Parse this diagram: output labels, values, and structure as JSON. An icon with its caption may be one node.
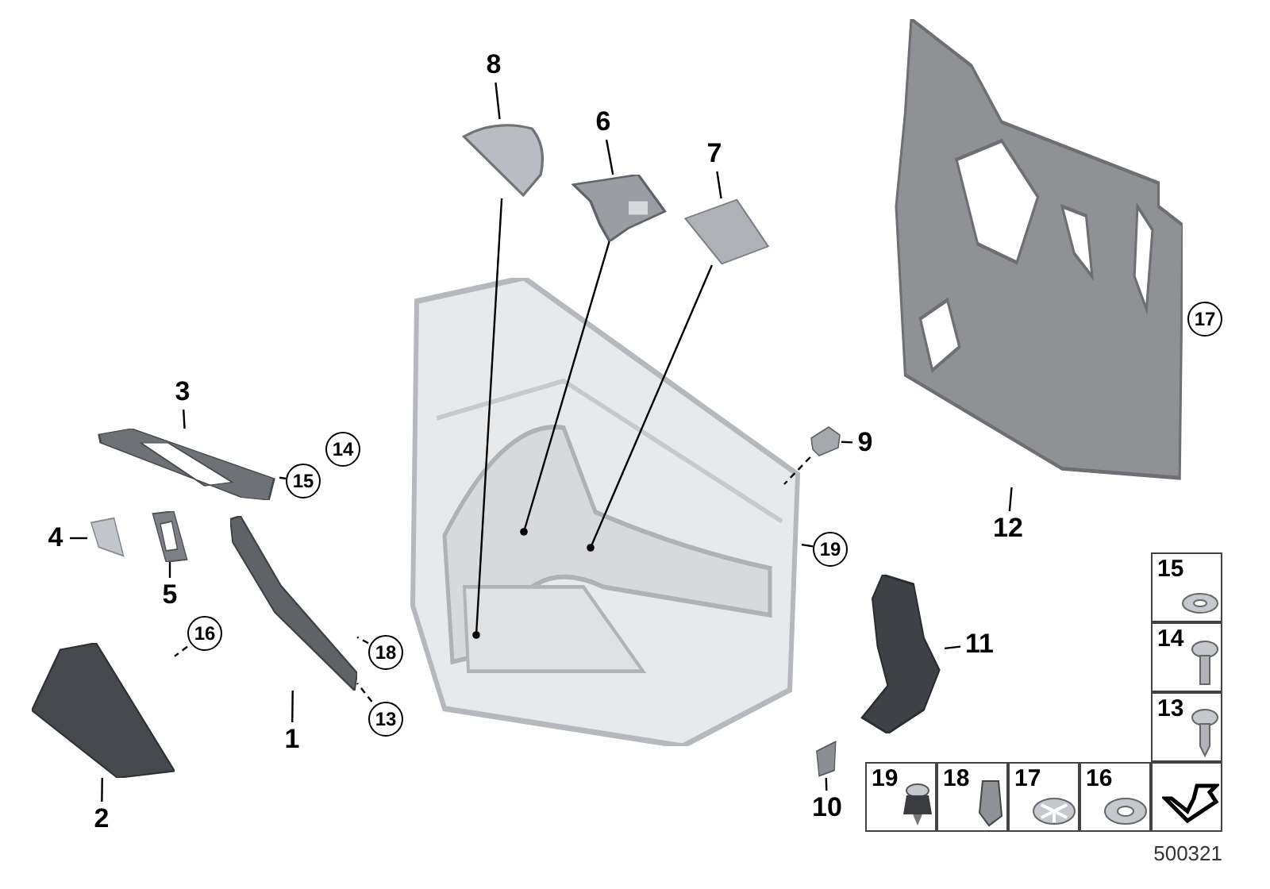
{
  "diagram": {
    "nodes": [
      {
        "text": [
          "8"
        ]
      },
      {
        "text": [],
        "shape": "picture"
      },
      {
        "text": [
          "6"
        ]
      },
      {
        "text": [],
        "shape": "picture"
      },
      {
        "text": [
          "7"
        ]
      },
      {
        "text": [],
        "shape": "picture"
      },
      {
        "text": [],
        "shape": "picture"
      },
      {
        "text": [],
        "shape": "picture"
      },
      {
        "text": [
          "17"
        ]
      },
      {
        "text": [
          "9"
        ]
      },
      {
        "text": [],
        "shape": "picture"
      },
      {
        "text": [
          "19"
        ]
      },
      {
        "text": [
          "12"
        ]
      },
      {
        "text": [
          "3"
        ]
      },
      {
        "text": [],
        "shape": "picture"
      },
      {
        "text": [
          "14"
        ]
      },
      {
        "text": [
          "15"
        ]
      },
      {
        "text": [
          "4"
        ]
      },
      {
        "text": [],
        "shape": "picture"
      },
      {
        "text": [],
        "shape": "picture"
      },
      {
        "text": [
          "5"
        ]
      },
      {
        "text": [],
        "shape": "picture"
      },
      {
        "text": [
          "11"
        ]
      },
      {
        "text": [],
        "shape": "picture"
      },
      {
        "text": [],
        "shape": "picture"
      },
      {
        "text": [
          "16"
        ]
      },
      {
        "text": [
          "18"
        ]
      },
      {
        "text": [
          "13"
        ]
      },
      {
        "text": [],
        "shape": "picture"
      },
      {
        "text": [
          "10"
        ]
      },
      {
        "text": [
          "2"
        ]
      },
      {
        "text": [
          "1"
        ]
      },
      {
        "text": [
          "15"
        ]
      },
      {
        "text": [
          "14"
        ]
      },
      {
        "text": [
          "13"
        ]
      },
      {
        "text": [
          "19"
        ]
      },
      {
        "text": [
          "18"
        ]
      },
      {
        "text": [
          "17"
        ]
      },
      {
        "text": [
          "16"
        ]
      },
      {
        "text": [],
        "shape": "box"
      }
    ],
    "edges": [
      {
        "from": 0,
        "to": 1,
        "arrow": "none"
      },
      {
        "from": 1,
        "to": 6,
        "arrow": "other"
      },
      {
        "from": 2,
        "to": 3,
        "arrow": "none"
      },
      {
        "from": 3,
        "to": 6,
        "arrow": "other"
      },
      {
        "from": 4,
        "to": 5,
        "arrow": "none"
      },
      {
        "from": 5,
        "to": 6,
        "arrow": "other"
      },
      {
        "from": 9,
        "to": 10,
        "arrow": "none"
      },
      {
        "from": 10,
        "to": 6,
        "arrow": "none",
        "style": "dashed"
      },
      {
        "from": 11,
        "to": 6,
        "arrow": "none"
      },
      {
        "from": 12,
        "to": 7,
        "arrow": "none"
      },
      {
        "from": 13,
        "to": 14,
        "arrow": "none"
      },
      {
        "from": 16,
        "to": 14,
        "arrow": "none",
        "style": "dashed"
      },
      {
        "from": 17,
        "to": 18,
        "arrow": "none"
      },
      {
        "from": 20,
        "to": 19,
        "arrow": "none"
      },
      {
        "from": 22,
        "to": 23,
        "arrow": "none"
      },
      {
        "from": 25,
        "to": 24,
        "arrow": "none",
        "style": "dashed"
      },
      {
        "from": 26,
        "to": 21,
        "arrow": "none",
        "style": "dashed"
      },
      {
        "from": 27,
        "to": 21,
        "arrow": "none",
        "style": "dashed"
      },
      {
        "from": 29,
        "to": 28,
        "arrow": "none"
      },
      {
        "from": 30,
        "to": 24,
        "arrow": "none"
      },
      {
        "from": 31,
        "to": 21,
        "arrow": "none"
      }
    ],
    "labels": [
      "500321"
    ]
  }
}
